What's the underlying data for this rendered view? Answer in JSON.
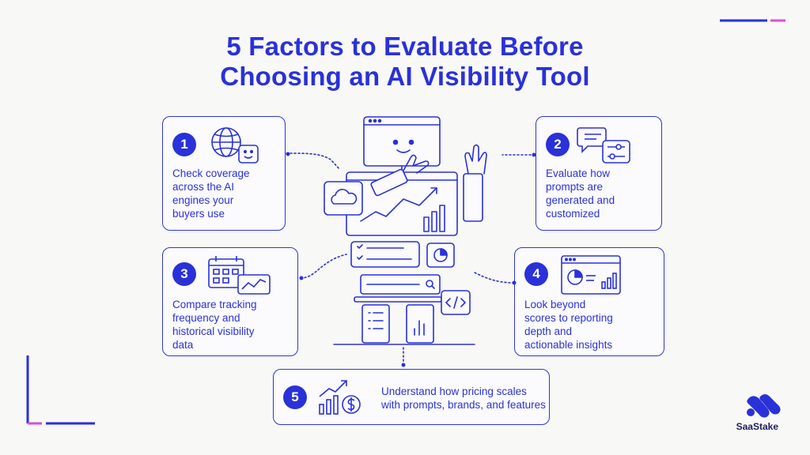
{
  "title": {
    "line1": "5 Factors to Evaluate Before",
    "line2": "Choosing an AI Visibility Tool"
  },
  "factors": [
    {
      "number": "1",
      "text": "Check coverage\nacross the AI\nengines your\nbuyers use",
      "icon": "globe-chat-icon"
    },
    {
      "number": "2",
      "text": "Evaluate how\nprompts are\ngenerated and\ncustomized",
      "icon": "chat-settings-icon"
    },
    {
      "number": "3",
      "text": "Compare tracking\nfrequency and\nhistorical visibility\ndata",
      "icon": "calendar-chart-icon"
    },
    {
      "number": "4",
      "text": "Look beyond\nscores to reporting\ndepth and\nactionable insights",
      "icon": "dashboard-report-icon"
    },
    {
      "number": "5",
      "text": "Understand how pricing scales\nwith prompts, brands, and features",
      "icon": "pricing-growth-icon"
    }
  ],
  "brand": {
    "name": "SaaStake",
    "logo_color": "#2a31d8"
  },
  "colors": {
    "primary": "#2a31d8",
    "background": "#f8f8f6",
    "accent_pink": "#d94fd6"
  }
}
